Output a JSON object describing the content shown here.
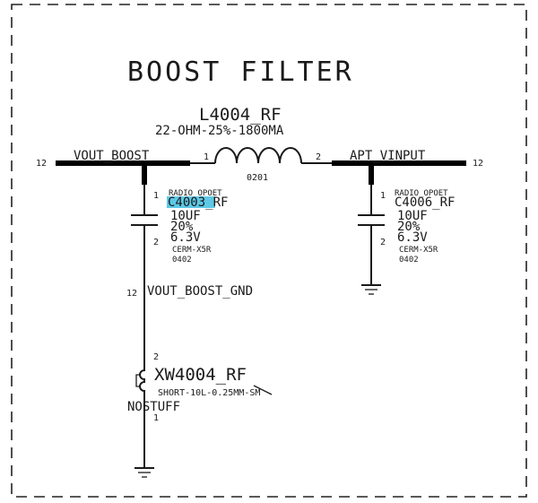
{
  "title": "BOOST FILTER",
  "inductor": {
    "ref": "L4004_RF",
    "value": "22-OHM-25%-1800MA",
    "package": "0201",
    "pin1": "1",
    "pin2": "2"
  },
  "nets": {
    "vout_boost": {
      "name": "VOUT_BOOST",
      "page": "12"
    },
    "apt_vinput": {
      "name": "APT_VINPUT",
      "page": "12"
    },
    "vout_boost_gnd": {
      "name": "VOUT_BOOST_GND",
      "page": "12"
    }
  },
  "cap_left": {
    "group": "RADIO_OPOET",
    "ref": "C4003_RF",
    "value": "10UF",
    "tolerance": "20%",
    "voltage": "6.3V",
    "dielectric": "CERM-X5R",
    "package": "0402",
    "pin1": "1",
    "pin2": "2"
  },
  "cap_right": {
    "group": "RADIO_OPOET",
    "ref": "C4006_RF",
    "value": "10UF",
    "tolerance": "20%",
    "voltage": "6.3V",
    "dielectric": "CERM-X5R",
    "package": "0402",
    "pin1": "1",
    "pin2": "2"
  },
  "short": {
    "ref": "XW4004_RF",
    "value": "SHORT-10L-0.25MM-SM",
    "option": "NOSTUFF",
    "pin1": "1",
    "pin2": "2"
  },
  "colors": {
    "line": "#1a1a1a",
    "highlight": "#5ec8e6"
  }
}
